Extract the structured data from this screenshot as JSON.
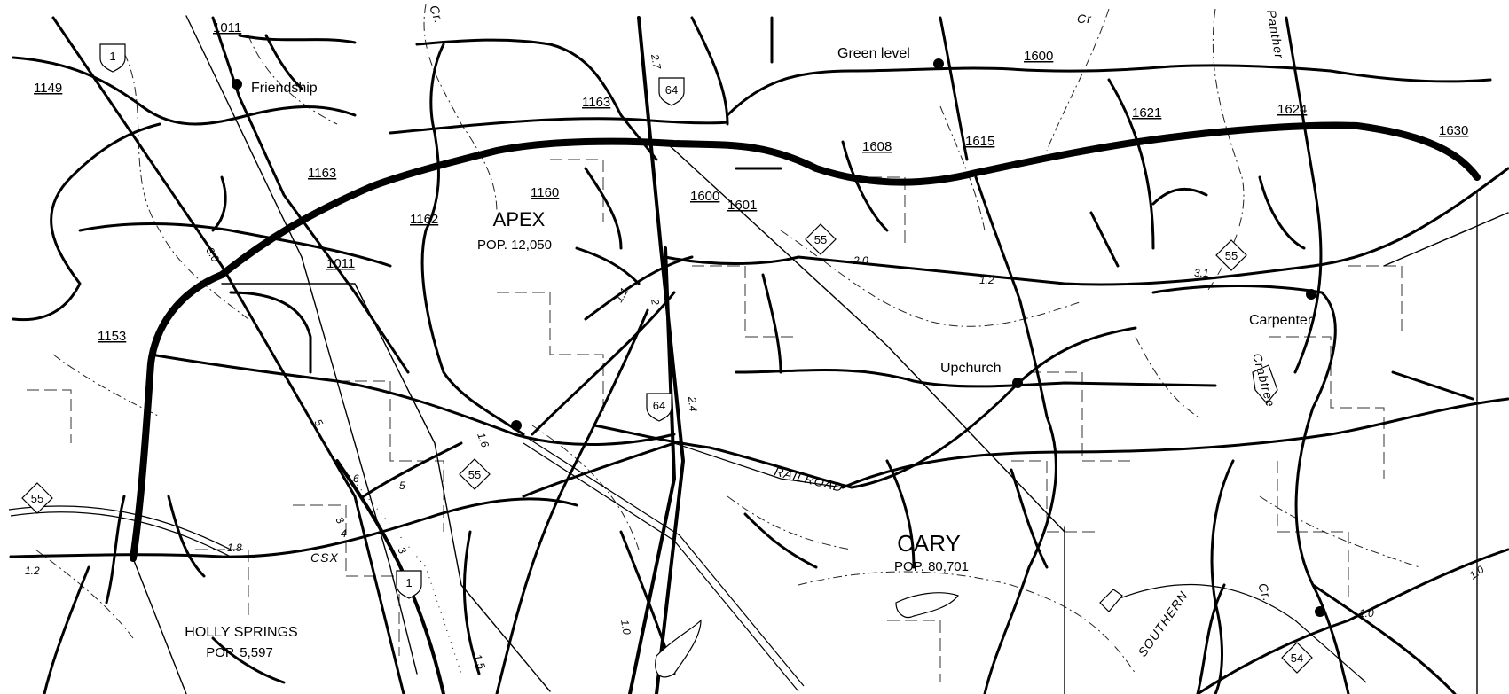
{
  "map": {
    "towns": [
      {
        "id": "apex",
        "name": "APEX",
        "population": "POP. 12,050"
      },
      {
        "id": "cary",
        "name": "CARY",
        "population": "POP. 80,701"
      },
      {
        "id": "holly-springs",
        "name": "HOLLY SPRINGS",
        "population": "POP. 5,597"
      }
    ],
    "places": [
      {
        "id": "friendship",
        "name": "Friendship"
      },
      {
        "id": "green-level",
        "name": "Green level"
      },
      {
        "id": "carpenter",
        "name": "Carpenter"
      },
      {
        "id": "upchurch",
        "name": "Upchurch"
      }
    ],
    "county_routes": [
      "1011",
      "1149",
      "1163",
      "1163",
      "1162",
      "1160",
      "1011",
      "1153",
      "1600",
      "1601",
      "1608",
      "1615",
      "1600",
      "1621",
      "1624",
      "1630"
    ],
    "state_shields": [
      "55",
      "55",
      "55",
      "55",
      "54"
    ],
    "us_shields": [
      "1",
      "64",
      "64",
      "1"
    ],
    "mileages": [
      "3.0",
      "2.7",
      "2.0",
      "1.2",
      "3.1",
      "1.1",
      "2",
      "2.4",
      "1.6",
      "5",
      "5",
      "6",
      "4",
      "3",
      "1.8",
      "1.2",
      "1.0",
      "1.5",
      "1.0",
      "1.0",
      "3"
    ],
    "features": {
      "railroad": "RAILROAD",
      "csx": "CSX",
      "southern": "SOUTHERN",
      "creek_cr": "Cr",
      "creek_cr2": "Cr.",
      "panther": "Panther",
      "crabtree": "Crabtree",
      "cr_top_left": "Cr."
    }
  }
}
